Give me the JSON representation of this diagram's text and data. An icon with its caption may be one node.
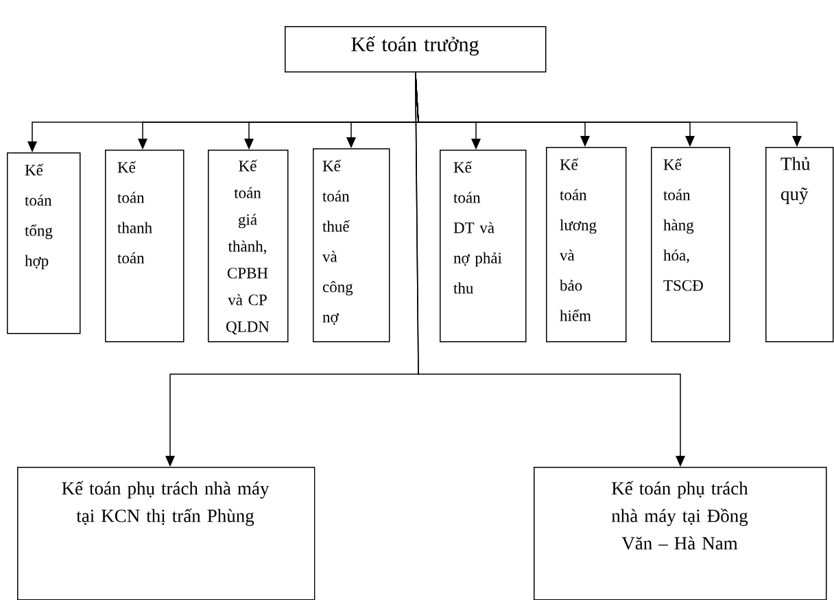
{
  "diagram": {
    "nodes": [
      {
        "text": [
          "Kế toán trưởng"
        ]
      },
      {
        "text": [
          "Kế toán tổng hợp"
        ]
      },
      {
        "text": [
          "Kế toán thanh toán"
        ]
      },
      {
        "text": [
          "Kế toán giá thành, CPBH và CP QLDN"
        ]
      },
      {
        "text": [
          "Kế toán thuế và công nợ"
        ]
      },
      {
        "text": [
          "Kế toán DT và nợ phải thu"
        ]
      },
      {
        "text": [
          "Kế toán lương và bảo hiểm"
        ]
      },
      {
        "text": [
          "Kế toán hàng hóa, TSCĐ"
        ]
      },
      {
        "text": [
          "Thủ quỹ"
        ]
      },
      {
        "text": [
          "Kế toán phụ trách nhà máy tại KCN thị trấn Phùng"
        ]
      },
      {
        "text": [
          "Kế toán phụ trách nhà máy tại Đồng Văn – Hà Nam"
        ]
      }
    ],
    "edges": [
      {
        "from": 0,
        "to": 1,
        "arrow": "to"
      },
      {
        "from": 0,
        "to": 2,
        "arrow": "to"
      },
      {
        "from": 0,
        "to": 3,
        "arrow": "to"
      },
      {
        "from": 0,
        "to": 4,
        "arrow": "to"
      },
      {
        "from": 0,
        "to": 5,
        "arrow": "to"
      },
      {
        "from": 0,
        "to": 6,
        "arrow": "to"
      },
      {
        "from": 0,
        "to": 7,
        "arrow": "to"
      },
      {
        "from": 0,
        "to": 8,
        "arrow": "to"
      },
      {
        "from": 0,
        "to": 9,
        "arrow": "to"
      },
      {
        "from": 0,
        "to": 10,
        "arrow": "to"
      }
    ]
  }
}
